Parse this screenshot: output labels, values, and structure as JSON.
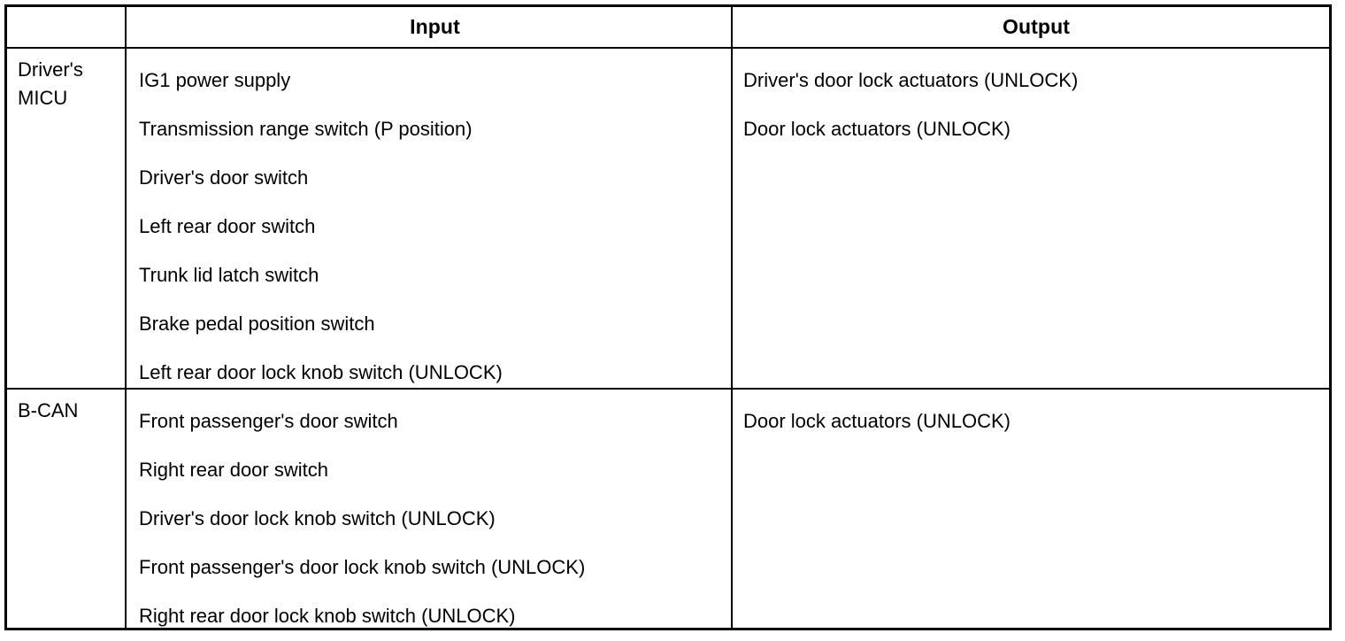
{
  "table": {
    "columns": {
      "label_header": "",
      "input_header": "Input",
      "output_header": "Output"
    },
    "sections": [
      {
        "label_lines": [
          "Driver's",
          "MICU"
        ],
        "inputs": [
          "IG1 power supply",
          "Transmission range switch (P position)",
          "Driver's door switch",
          "Left rear door switch",
          "Trunk lid latch switch",
          "Brake pedal position switch",
          "Left rear door lock knob switch (UNLOCK)"
        ],
        "outputs": [
          "Driver's door lock actuators (UNLOCK)",
          "Door lock actuators (UNLOCK)"
        ]
      },
      {
        "label_lines": [
          "B-CAN"
        ],
        "inputs": [
          "Front passenger's door switch",
          "Right rear door switch",
          "Driver's door lock knob switch (UNLOCK)",
          "Front passenger's door lock knob switch (UNLOCK)",
          "Right rear door lock knob switch (UNLOCK)"
        ],
        "outputs": [
          "Door lock actuators (UNLOCK)"
        ]
      }
    ]
  },
  "colors": {
    "rule": "#000000",
    "text": "#000000",
    "background": "#ffffff"
  }
}
